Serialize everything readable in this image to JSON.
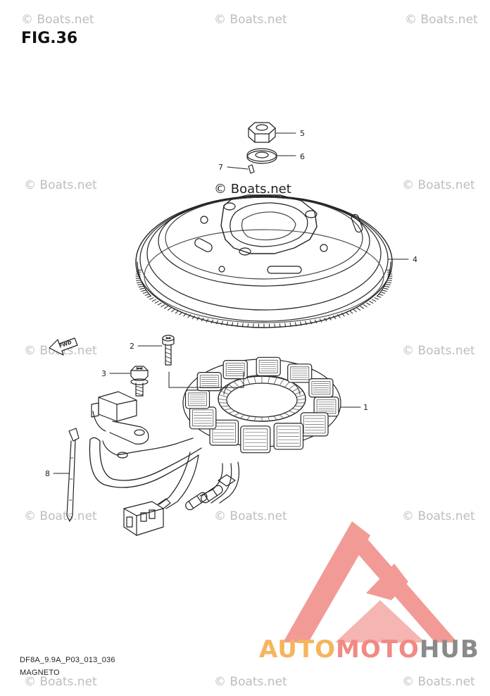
{
  "figure": {
    "title": "FIG.36",
    "code": "DF8A_9.9A_P03_013_036",
    "caption": "MAGNETO"
  },
  "watermark": {
    "text": "© Boats.net"
  },
  "brand": {
    "part1": "AUTO",
    "part2": "MOTO",
    "part3": "HUB",
    "colors": {
      "auto": "#f6b45d",
      "moto": "#f08a84",
      "hub": "#8a8a8a",
      "logo": "#f08a84"
    }
  },
  "direction_label": "FWD",
  "callouts": [
    {
      "label": "1",
      "part": "stator"
    },
    {
      "label": "2",
      "part": "stator-screw"
    },
    {
      "label": "3",
      "part": "pickup-bolt"
    },
    {
      "label": "4",
      "part": "flywheel"
    },
    {
      "label": "5",
      "part": "nut"
    },
    {
      "label": "6",
      "part": "washer"
    },
    {
      "label": "7",
      "part": "key"
    },
    {
      "label": "8",
      "part": "cable-tie"
    }
  ]
}
